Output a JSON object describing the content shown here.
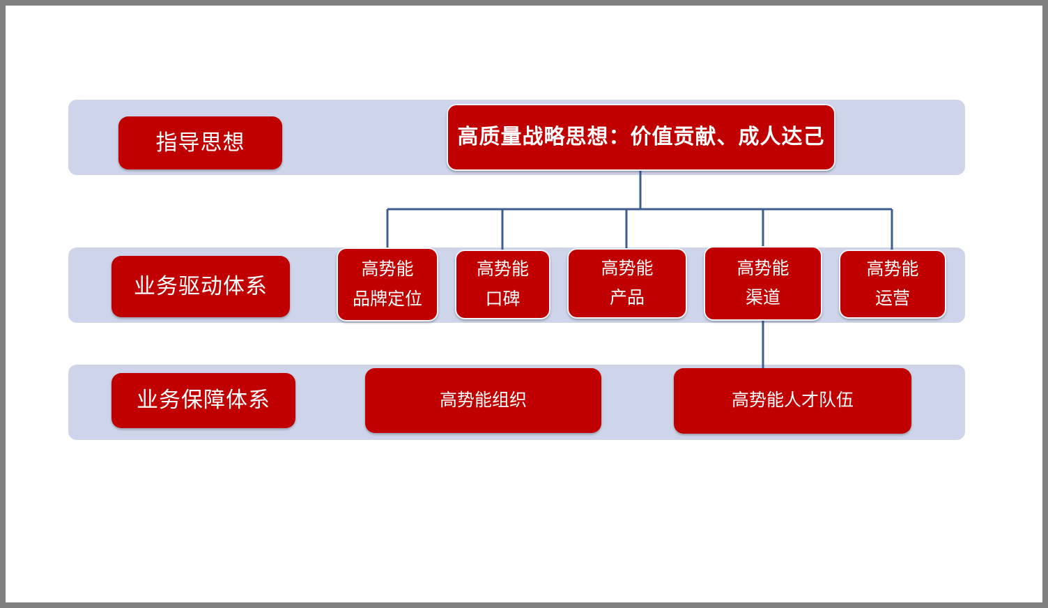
{
  "theme": {
    "node_red": "#C00000",
    "band_blue": "#CED5EA",
    "connector_blue": "#3E5B92",
    "page_background": "#FFFFFF",
    "frame_gray": "#808080",
    "node_text": "#FFFFFF"
  },
  "rows": [
    {
      "id": "guiding",
      "label": "指导思想",
      "nodes": [
        {
          "id": "strategy",
          "text": "高质量战略思想：价值贡献、成人达己"
        }
      ]
    },
    {
      "id": "driver",
      "label": "业务驱动体系",
      "nodes": [
        {
          "id": "drv-1",
          "line1": "高势能",
          "line2": "品牌定位"
        },
        {
          "id": "drv-2",
          "line1": "高势能",
          "line2": "口碑"
        },
        {
          "id": "drv-3",
          "line1": "高势能",
          "line2": "产品"
        },
        {
          "id": "drv-4",
          "line1": "高势能",
          "line2": "渠道"
        },
        {
          "id": "drv-5",
          "line1": "高势能",
          "line2": "运营"
        }
      ]
    },
    {
      "id": "support",
      "label": "业务保障体系",
      "nodes": [
        {
          "id": "sup-1",
          "text": "高势能组织"
        },
        {
          "id": "sup-2",
          "text": "高势能人才队伍"
        }
      ]
    }
  ]
}
